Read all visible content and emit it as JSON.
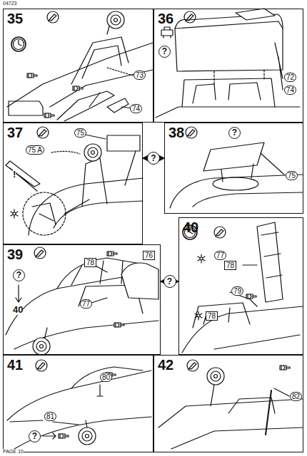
{
  "diagram": {
    "nodes": [
      {
        "text": [
          "35"
        ]
      },
      {
        "text": [
          "36"
        ]
      },
      {
        "text": [
          "37"
        ]
      },
      {
        "text": [
          "38"
        ]
      },
      {
        "text": [
          "39"
        ]
      },
      {
        "text": [
          "40"
        ]
      },
      {
        "text": [
          "41"
        ]
      },
      {
        "text": [
          "42"
        ]
      }
    ],
    "edges": [
      {
        "from": 2,
        "to": 3,
        "label": "?",
        "arrow": "both"
      },
      {
        "from": 4,
        "to": 5,
        "label": "?",
        "arrow": "both"
      }
    ],
    "labels": [
      "04723",
      "73",
      "74",
      "?",
      "72",
      "74",
      "75",
      "75 A",
      "!",
      "75",
      "?",
      "40",
      "78",
      "76",
      "77",
      "?",
      "77",
      "78",
      "79",
      "78",
      "80",
      "81",
      "?",
      "82",
      "PAGE 10"
    ]
  }
}
